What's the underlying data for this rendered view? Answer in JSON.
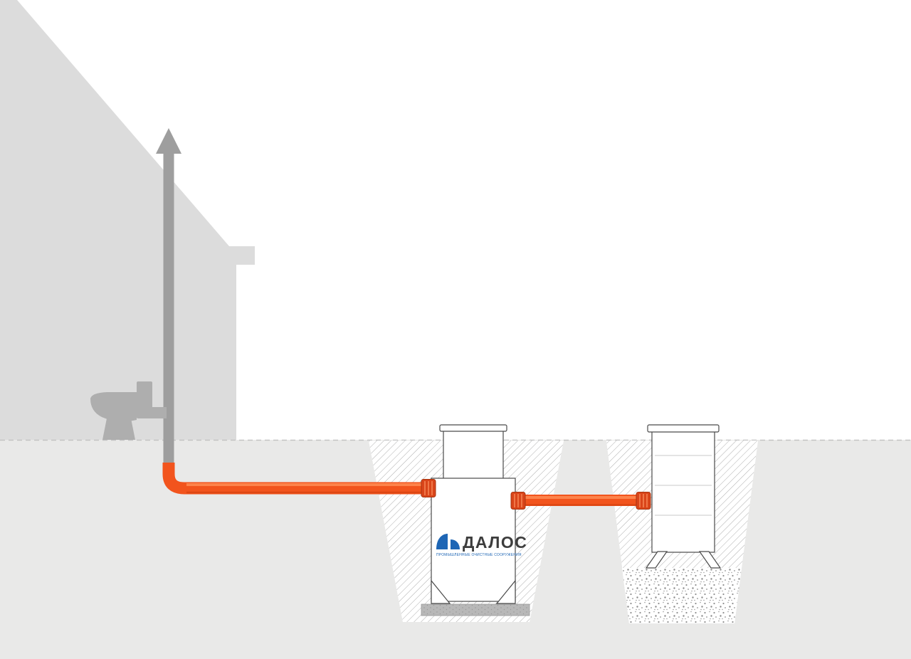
{
  "diagram": {
    "type": "septic-system-installation-scheme",
    "logo": {
      "brand": "ДАЛОС",
      "tagline": "ПРОМЫШЛЕННЫЕ ОЧИСТНЫЕ СООРУЖЕНИЯ"
    },
    "colors": {
      "background": "#ffffff",
      "house": "#dcdcdc",
      "ground": "#e9e9e8",
      "vent_pipe": "#9e9e9e",
      "toilet": "#aeaeae",
      "pipe": "#f2541d",
      "pipe_fitting": "#d9451a",
      "tank_outline": "#4a4a4a",
      "slab": "#b8b8b8",
      "logo_blue": "#1e66b5"
    }
  }
}
